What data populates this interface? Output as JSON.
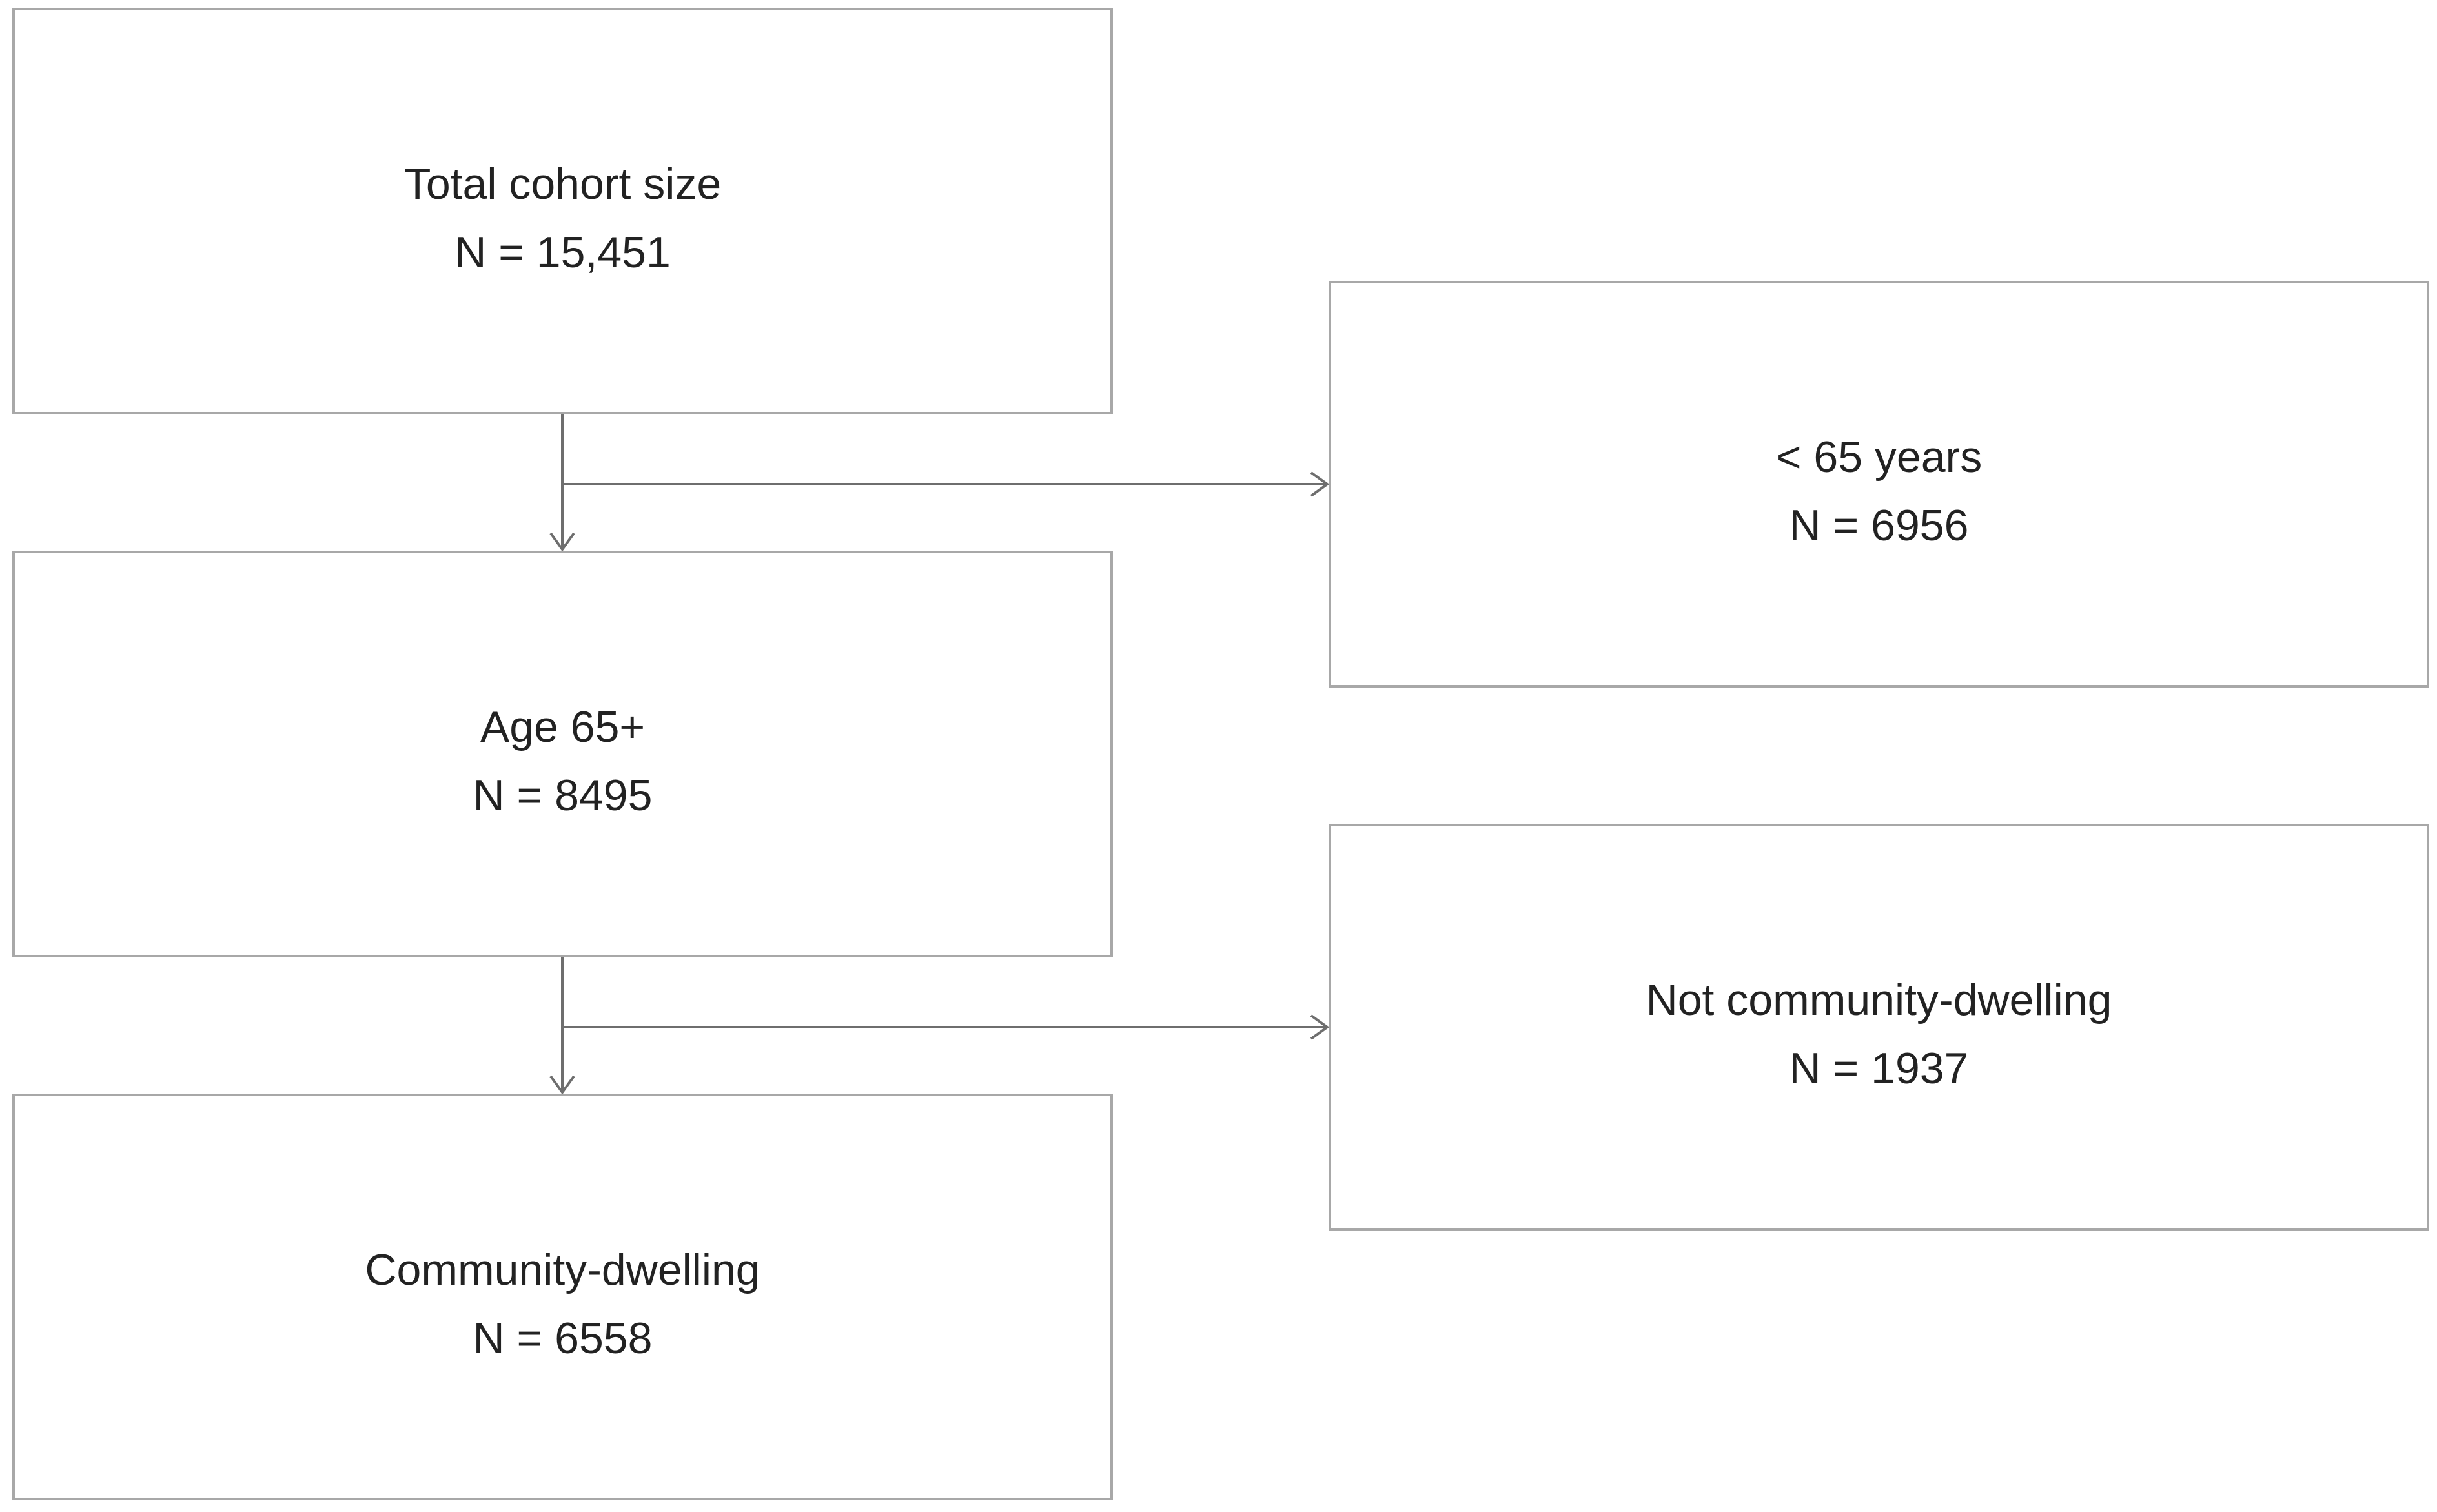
{
  "boxes": {
    "total": {
      "label": "Total cohort size",
      "count": "N = 15,451"
    },
    "under65": {
      "label": "< 65 years",
      "count": "N = 6956"
    },
    "age65": {
      "label": "Age 65+",
      "count": "N = 8495"
    },
    "not_community": {
      "label": "Not community-dwelling",
      "count": "N = 1937"
    },
    "community": {
      "label": "Community-dwelling",
      "count": "N = 6558"
    }
  },
  "colors": {
    "box_border": "#a8a8a8",
    "arrow": "#6e6e6e",
    "text": "#222222"
  }
}
